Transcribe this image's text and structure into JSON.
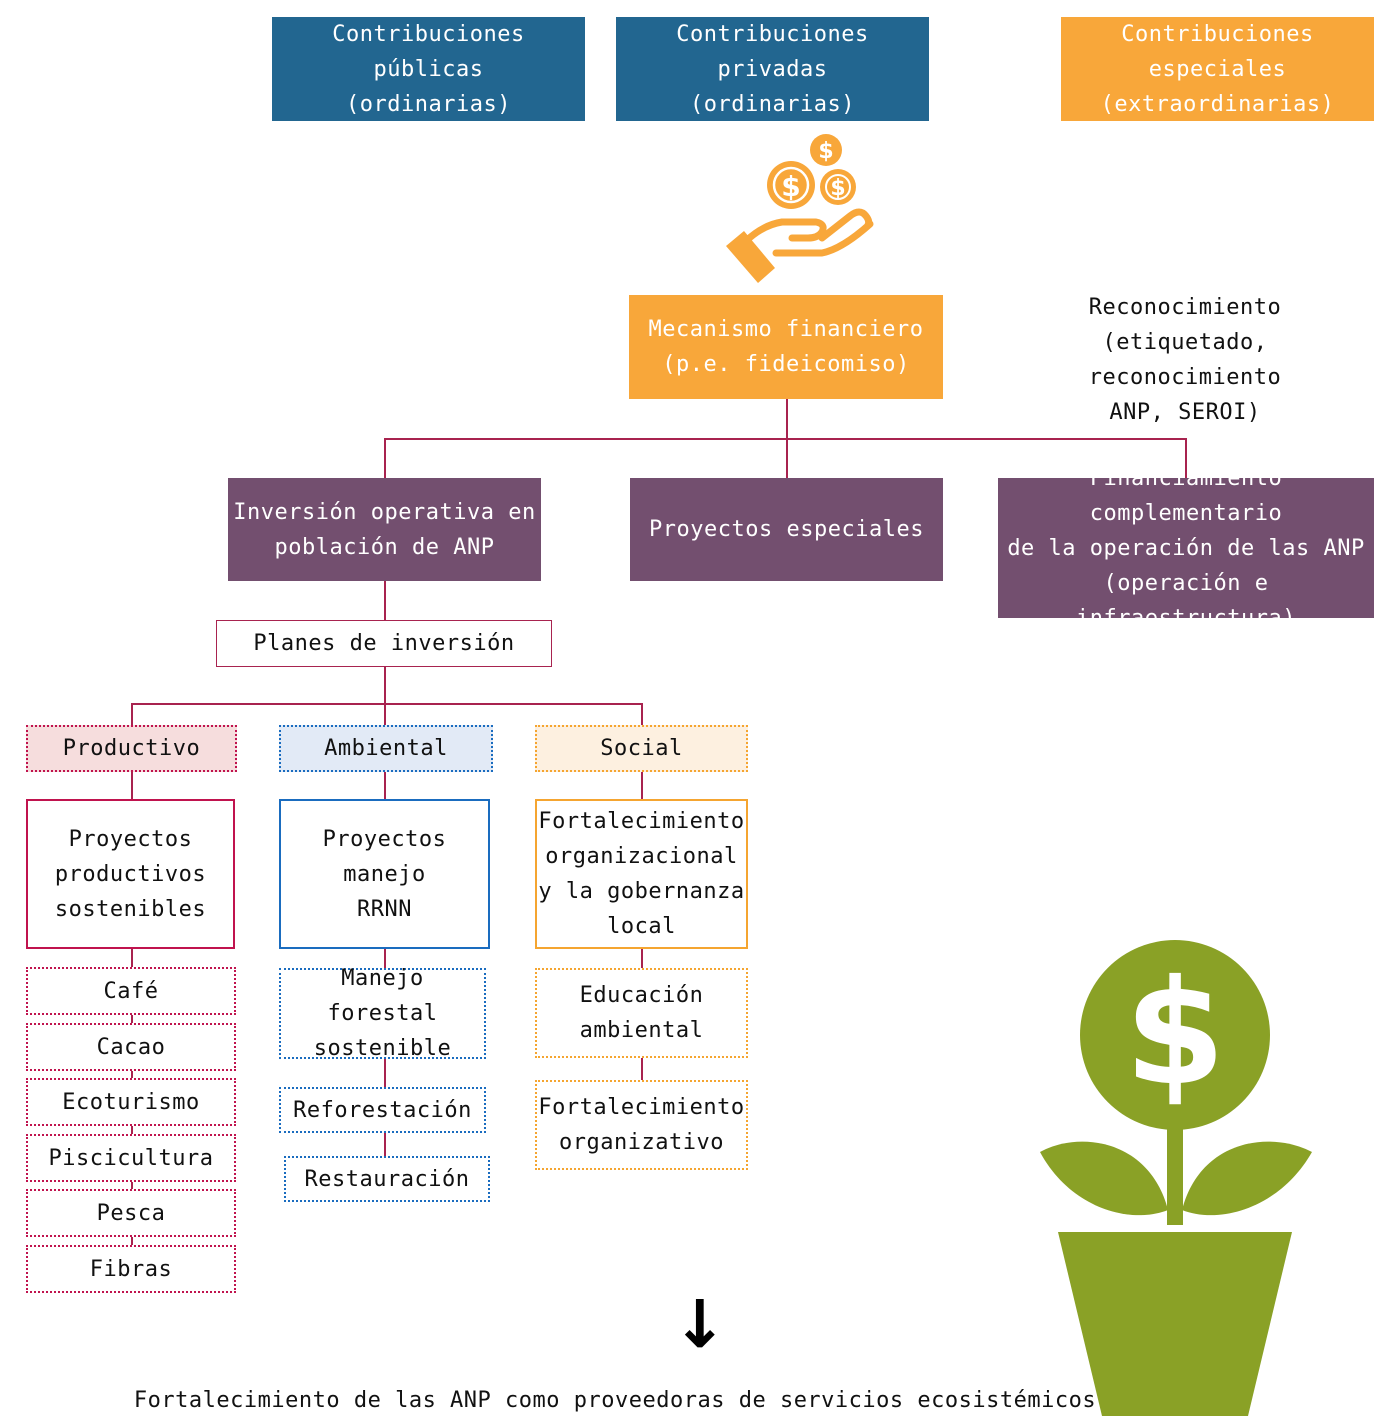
{
  "contributions": {
    "public": "Contribuciones públicas\n(ordinarias)",
    "private": "Contribuciones privadas\n(ordinarias)",
    "special": "Contribuciones especiales\n(extraordinarias)"
  },
  "mechanism": "Mecanismo financiero\n(p.e. fideicomiso)",
  "recognition": "Reconocimiento\n(etiquetado, reconocimiento\nANP, SEROI)",
  "branches": {
    "operational": "Inversión operativa en\npoblación de ANP",
    "special_projects": "Proyectos especiales",
    "complementary": "Financiamiento complementario\nde la operación de las ANP\n(operación e infraestructura)"
  },
  "plans": "Planes de inversión",
  "categories": {
    "productive": {
      "label": "Productivo",
      "project": "Proyectos\nproductivos\nsostenibles",
      "items": [
        "Café",
        "Cacao",
        "Ecoturismo",
        "Piscicultura",
        "Pesca",
        "Fibras"
      ]
    },
    "environmental": {
      "label": "Ambiental",
      "project": "Proyectos manejo\nRRNN",
      "items": [
        "Manejo forestal\nsostenible",
        "Reforestación",
        "Restauración"
      ]
    },
    "social": {
      "label": "Social",
      "project": "Fortalecimiento\norganizacional\ny la gobernanza\nlocal",
      "items": [
        "Educación\nambiental",
        "Fortalecimiento\norganizativo"
      ]
    }
  },
  "arrow_glyph": "↓",
  "outcome": "Fortalecimiento de las ANP como proveedoras de servicios ecosistémicos",
  "icons": {
    "coins_hand": "hand-coins-icon",
    "plant": "money-plant-icon"
  },
  "colors": {
    "blue": "#226690",
    "orange": "#f8a73a",
    "purple": "#734f6f",
    "connector": "#a8234f",
    "productive": "#c0134e",
    "environmental": "#1a6cbf",
    "social": "#f5a530",
    "plant_green": "#8aa126"
  }
}
